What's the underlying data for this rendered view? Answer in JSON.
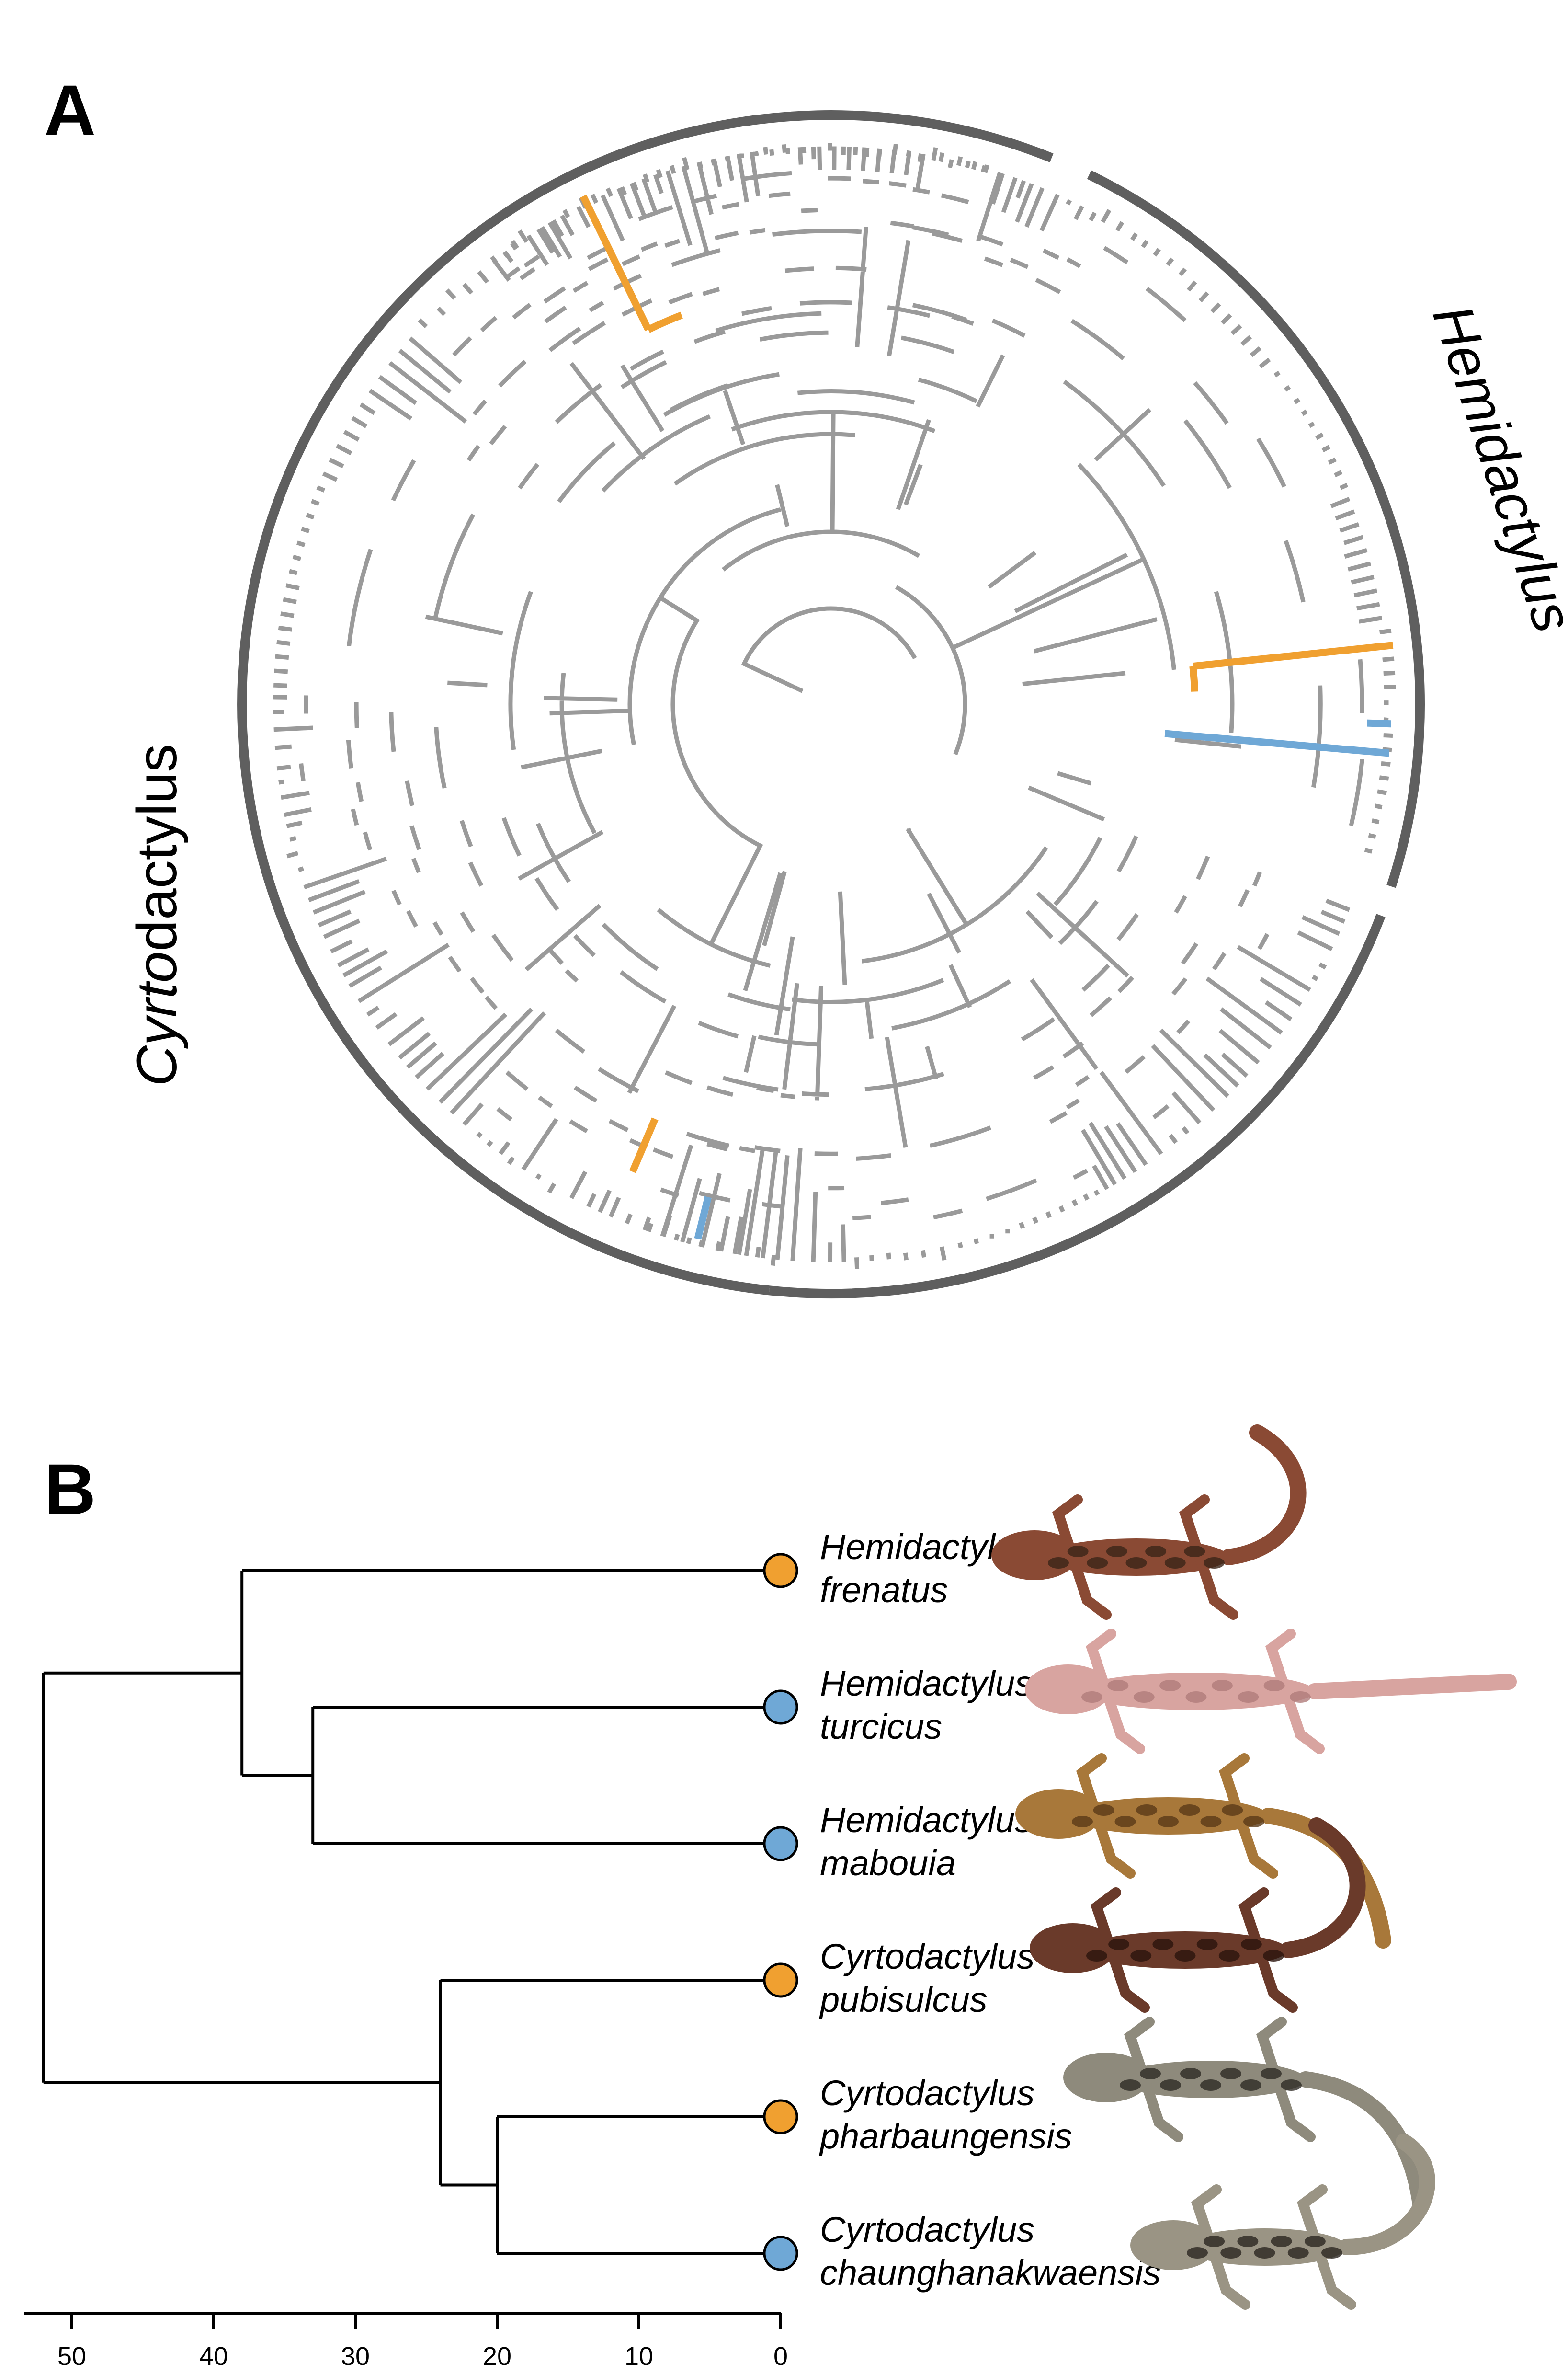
{
  "panels": {
    "a": {
      "letter": "A"
    },
    "b": {
      "letter": "B"
    }
  },
  "colors": {
    "tree_branch": "#9a9a9a",
    "clade_arc": "#5f5f5f",
    "state_orange": "#f0a030",
    "state_blue": "#6fa8d6",
    "dendrogram": "#000000"
  },
  "radial_tree": {
    "clades": [
      {
        "name": "Cyrtodactylus",
        "italic_part": "Cyrto",
        "plain_part": "dactylus"
      },
      {
        "name": "Hemidactylus"
      }
    ]
  },
  "dendrogram": {
    "axis": {
      "ticks": [
        50,
        40,
        30,
        20,
        10,
        0
      ],
      "range": [
        55,
        0
      ]
    },
    "taxa": [
      {
        "genus": "Hemidactylus",
        "species": "frenatus",
        "state": "orange"
      },
      {
        "genus": "Hemidactylus",
        "species": "turcicus",
        "state": "blue"
      },
      {
        "genus": "Hemidactylus",
        "species": "mabouia",
        "state": "blue"
      },
      {
        "genus": "Cyrtodactylus",
        "species": "pubisulcus",
        "state": "orange"
      },
      {
        "genus": "Cyrtodactylus",
        "species": "pharbaungensis",
        "state": "orange"
      },
      {
        "genus": "Cyrtodactylus",
        "species": "chaunghanakwaensis",
        "state": "blue"
      }
    ],
    "node_ages": {
      "root": 52,
      "hemidactylus": 38,
      "turcicus_mabouia": 33,
      "cyrtodactylus": 24,
      "pharbaungensis_chaunghanakwaensis": 20
    }
  }
}
